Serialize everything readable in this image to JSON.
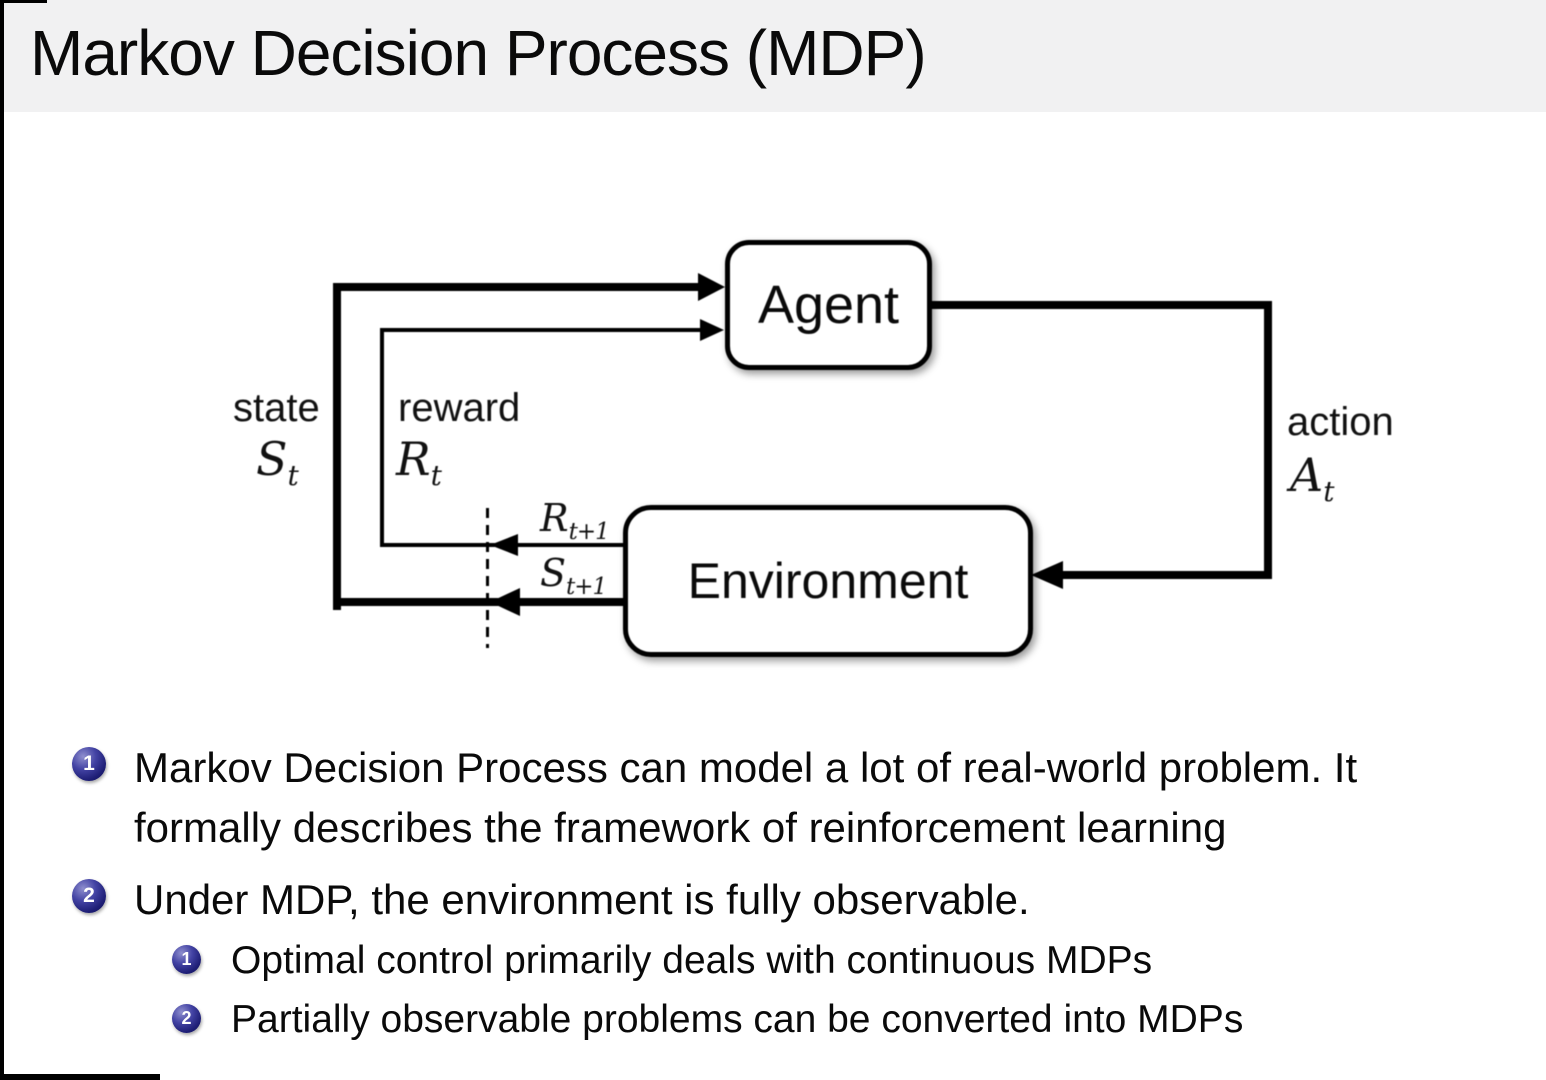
{
  "slide": {
    "title": "Markov Decision Process (MDP)"
  },
  "colors": {
    "title_bar_bg": "#f1f1f2",
    "body_bg": "#ffffff",
    "diagram_line": "#000000",
    "enumerate_ball": "#1d1d74",
    "text": "#0a0a0a"
  },
  "diagram": {
    "agent_label": "Agent",
    "environment_label": "Environment",
    "state_label": "state",
    "state_symbol": "S",
    "state_sub": "t",
    "reward_label": "reward",
    "reward_symbol": "R",
    "reward_sub": "t",
    "action_label": "action",
    "action_symbol": "A",
    "action_sub": "t",
    "next_reward_symbol": "R",
    "next_reward_sub": "t+1",
    "next_state_symbol": "S",
    "next_state_sub": "t+1"
  },
  "bullets": [
    {
      "number": "1",
      "text": "Markov Decision Process can model a lot of real-world problem. It formally describes the framework of reinforcement learning"
    },
    {
      "number": "2",
      "text": "Under MDP, the environment is fully observable.",
      "subitems": [
        {
          "number": "1",
          "text": "Optimal control primarily deals with continuous MDPs"
        },
        {
          "number": "2",
          "text": "Partially observable problems can be converted into MDPs"
        }
      ]
    }
  ]
}
